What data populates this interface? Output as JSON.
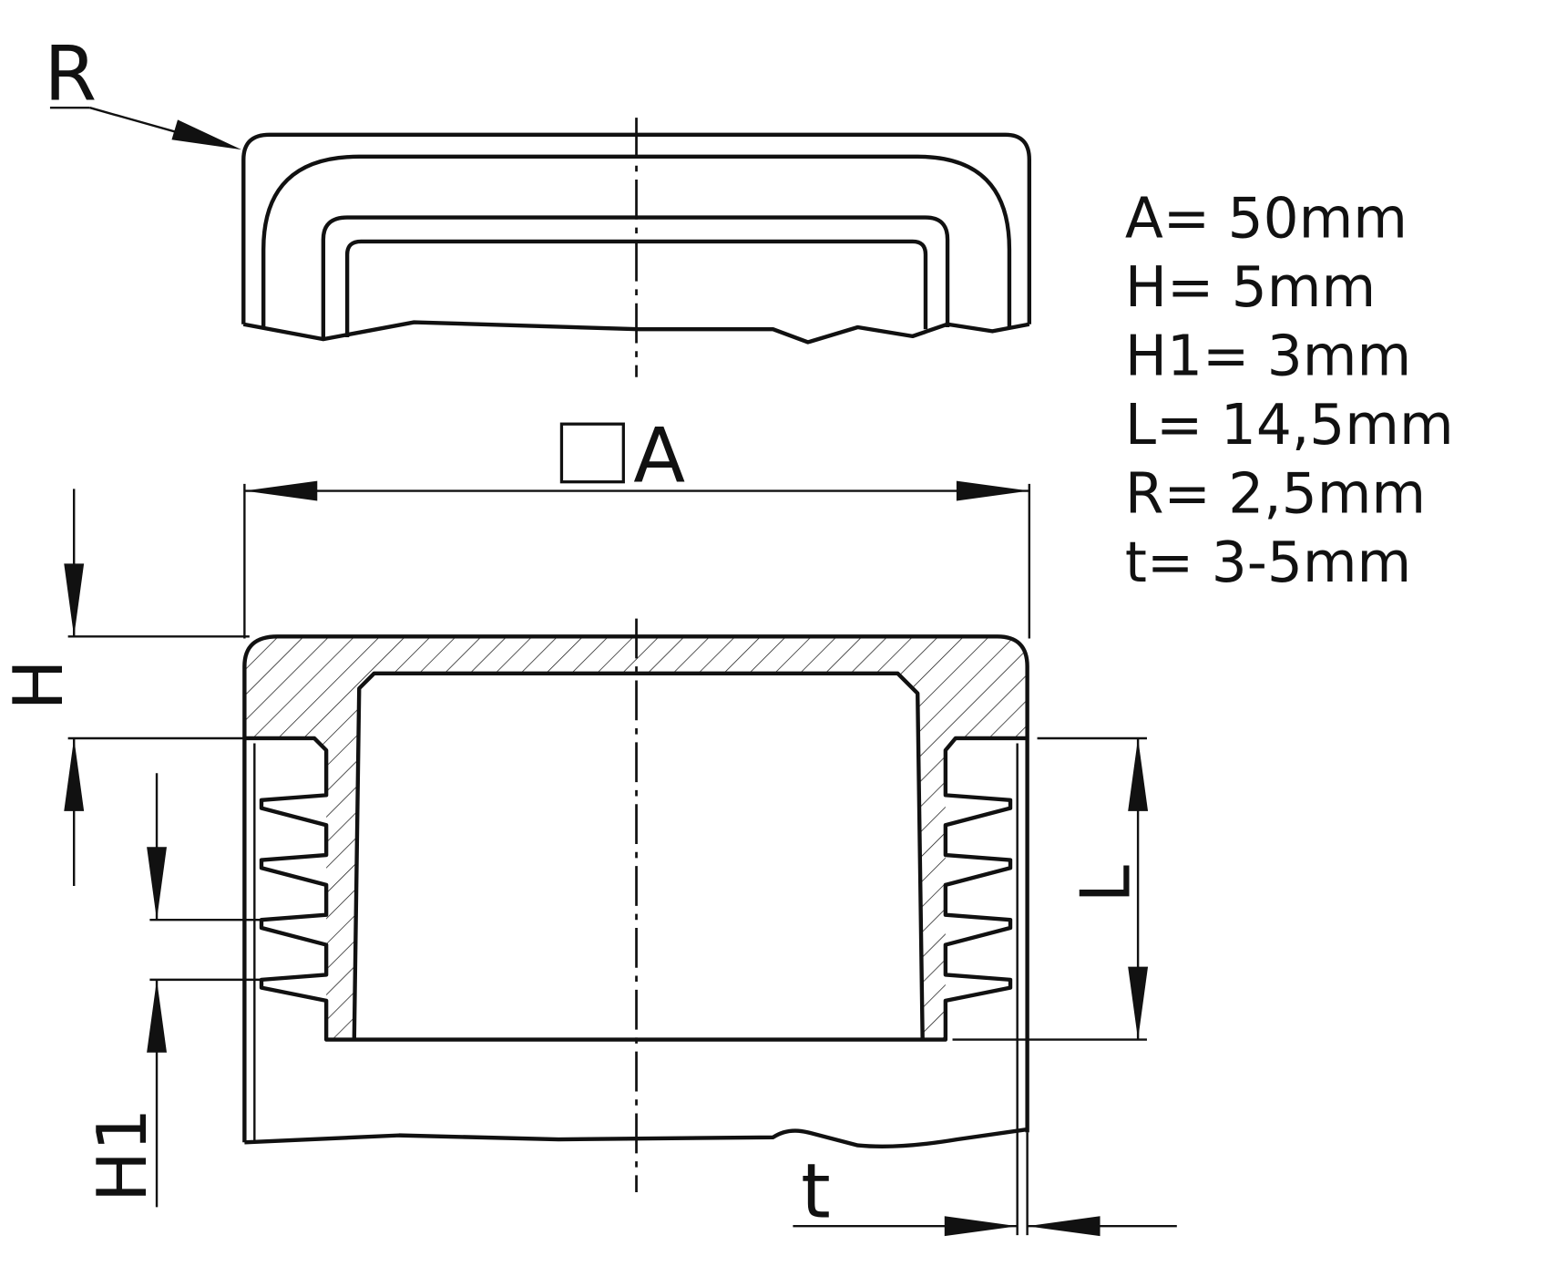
{
  "labels": {
    "radius": "R",
    "width": "A",
    "height": "H",
    "rib_pitch": "H1",
    "length": "L",
    "thickness": "t"
  },
  "specs": [
    "A= 50mm",
    "H= 5mm",
    "H1= 3mm",
    "L= 14,5mm",
    "R= 2,5mm",
    "t= 3-5mm"
  ]
}
